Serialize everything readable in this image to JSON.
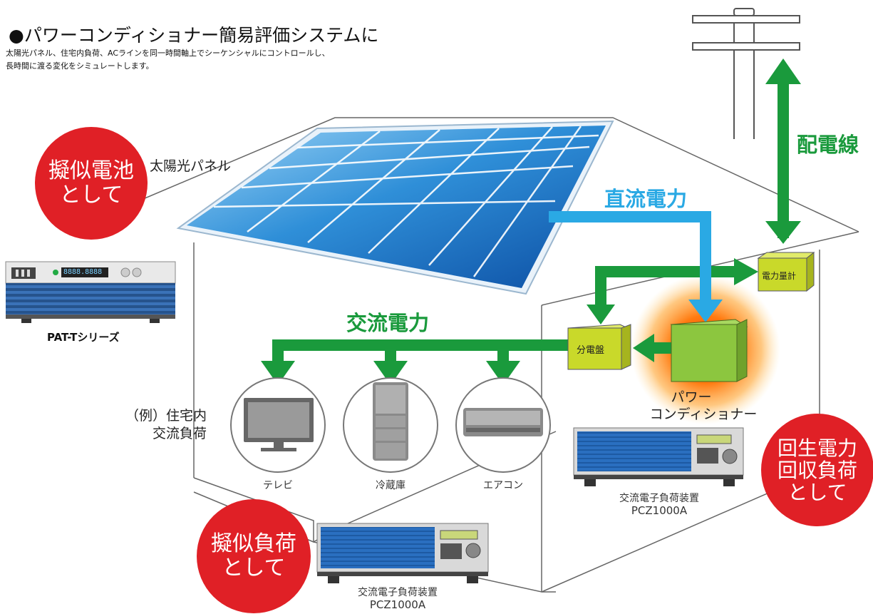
{
  "header": {
    "title": "●パワーコンディショナー簡易評価システムに",
    "subtitle_line1": "太陽光パネル、住宅内負荷、ACラインを同一時間軸上でシーケンシャルにコントロールし、",
    "subtitle_line2": "長時間に渡る変化をシミュレートします。"
  },
  "labels": {
    "solar_panel": "太陽光パネル",
    "dc_power": "直流電力",
    "ac_power": "交流電力",
    "distribution_line": "配電線",
    "power_meter": "電力量計",
    "distribution_board": "分電盤",
    "power_conditioner_line1": "パワー",
    "power_conditioner_line2": "コンディショナー",
    "example_line1": "（例）住宅内",
    "example_line2": "交流負荷",
    "tv": "テレビ",
    "fridge": "冷蔵庫",
    "aircon": "エアコン",
    "pat_series": "PAT-Tシリーズ",
    "pat_display": "8888.8888",
    "pcz_right_line1": "交流電子負荷装置",
    "pcz_right_line2": "PCZ1000A",
    "pcz_bottom_line1": "交流電子負荷装置",
    "pcz_bottom_line2": "PCZ1000A"
  },
  "badges": {
    "pseudo_battery": [
      "擬似電池",
      "として"
    ],
    "pseudo_load": [
      "擬似負荷",
      "として"
    ],
    "regen": [
      "回生電力",
      "回収負荷",
      "として"
    ]
  },
  "colors": {
    "green_arrow": "#1a9a3c",
    "blue_arrow": "#2aa9e4",
    "badge_red": "#e02026",
    "box_yellow": "#c9d92a",
    "pcon_green": "#8cc63f",
    "device_blue": "#1e63b0"
  }
}
